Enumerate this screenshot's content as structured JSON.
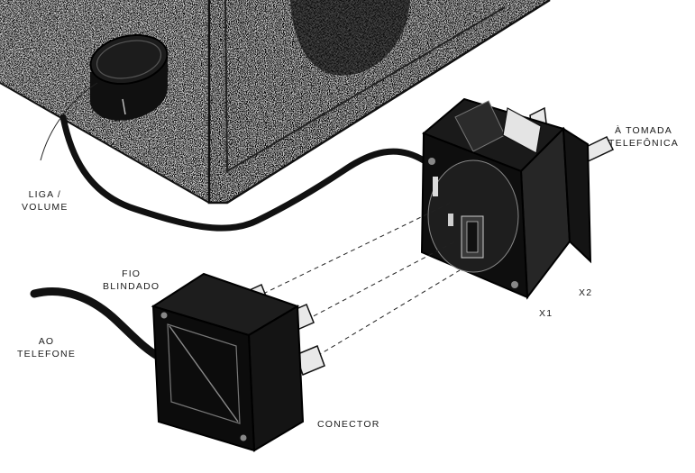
{
  "labels": {
    "liga_volume": [
      "LIGA /",
      "VOLUME"
    ],
    "tomada": [
      "À TOMADA",
      "TELEFÔNICA"
    ],
    "fio": [
      "FIO",
      "BLINDADO"
    ],
    "telefone": [
      "AO",
      "TELEFONE"
    ],
    "x2": "X2",
    "x1": "X1",
    "conector": "CONECTOR"
  },
  "colors": {
    "ink": "#151515",
    "stipple": "#2a2a2a",
    "paper": "#ffffff"
  }
}
